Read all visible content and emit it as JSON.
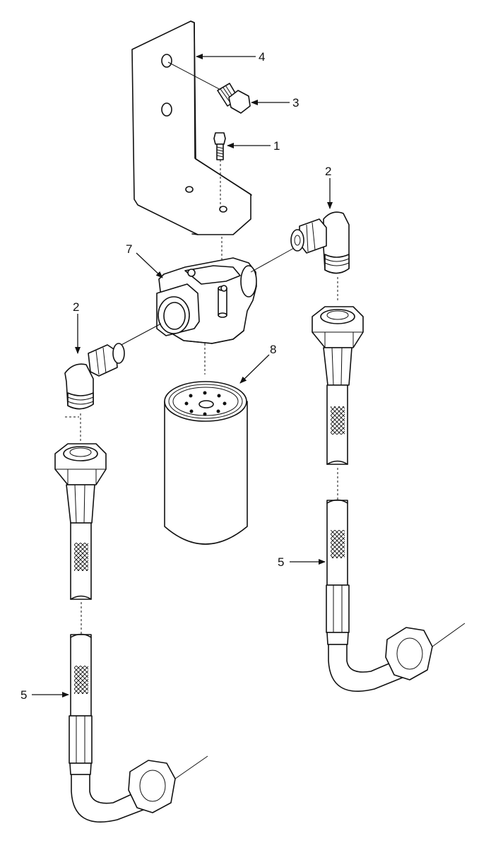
{
  "callouts": [
    {
      "id": "c1",
      "text": "1"
    },
    {
      "id": "c2a",
      "text": "2"
    },
    {
      "id": "c2b",
      "text": "2"
    },
    {
      "id": "c3",
      "text": "3"
    },
    {
      "id": "c4",
      "text": "4"
    },
    {
      "id": "c5a",
      "text": "5"
    },
    {
      "id": "c5b",
      "text": "5"
    },
    {
      "id": "c7",
      "text": "7"
    },
    {
      "id": "c8",
      "text": "8"
    }
  ],
  "colors": {
    "line": "#111111",
    "background": "#ffffff"
  }
}
